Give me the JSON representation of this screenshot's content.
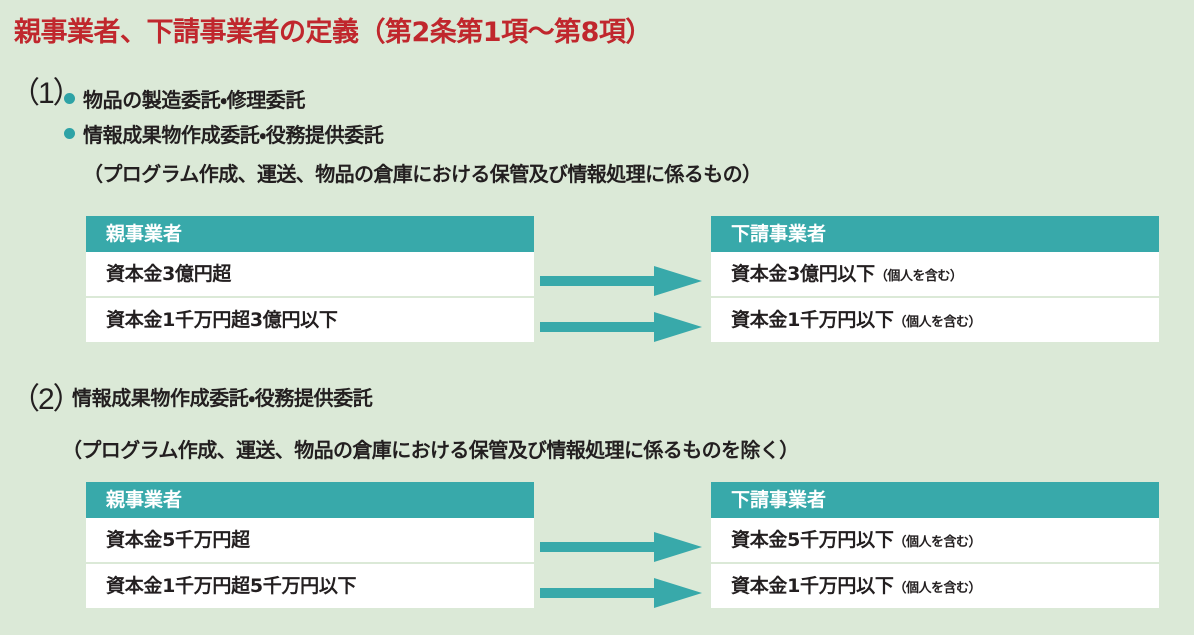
{
  "document": {
    "title": "親事業者、下請事業者の定義（第2条第1項〜第8項）",
    "background_color": "#dbe9d7",
    "title_color": "#c0272d",
    "accent_color": "#38a9aa"
  },
  "sections": [
    {
      "number": "（1）",
      "bullets": [
        "物品の製造委託・修理委託",
        "情報成果物作成委託・役務提供委託"
      ],
      "note": "（プログラム作成、運送、物品の倉庫における保管及び情報処理に係るもの）",
      "table": {
        "headers": {
          "left": "親事業者",
          "right": "下請事業者"
        },
        "rows": [
          {
            "left": "資本金3億円超",
            "right_main": "資本金3億円以下",
            "right_note": "（個人を含む）"
          },
          {
            "left": "資本金1千万円超3億円以下",
            "right_main": "資本金1千万円以下",
            "right_note": "（個人を含む）"
          }
        ]
      }
    },
    {
      "number": "（2）",
      "heading": "情報成果物作成委託・役務提供委託",
      "note": "（プログラム作成、運送、物品の倉庫における保管及び情報処理に係るものを除く）",
      "table": {
        "headers": {
          "left": "親事業者",
          "right": "下請事業者"
        },
        "rows": [
          {
            "left": "資本金5千万円超",
            "right_main": "資本金5千万円以下",
            "right_note": "（個人を含む）"
          },
          {
            "left": "資本金1千万円超5千万円以下",
            "right_main": "資本金1千万円以下",
            "right_note": "（個人を含む）"
          }
        ]
      }
    }
  ],
  "icons": {
    "bullet": "bullet-dot",
    "arrow": "right-arrow"
  }
}
